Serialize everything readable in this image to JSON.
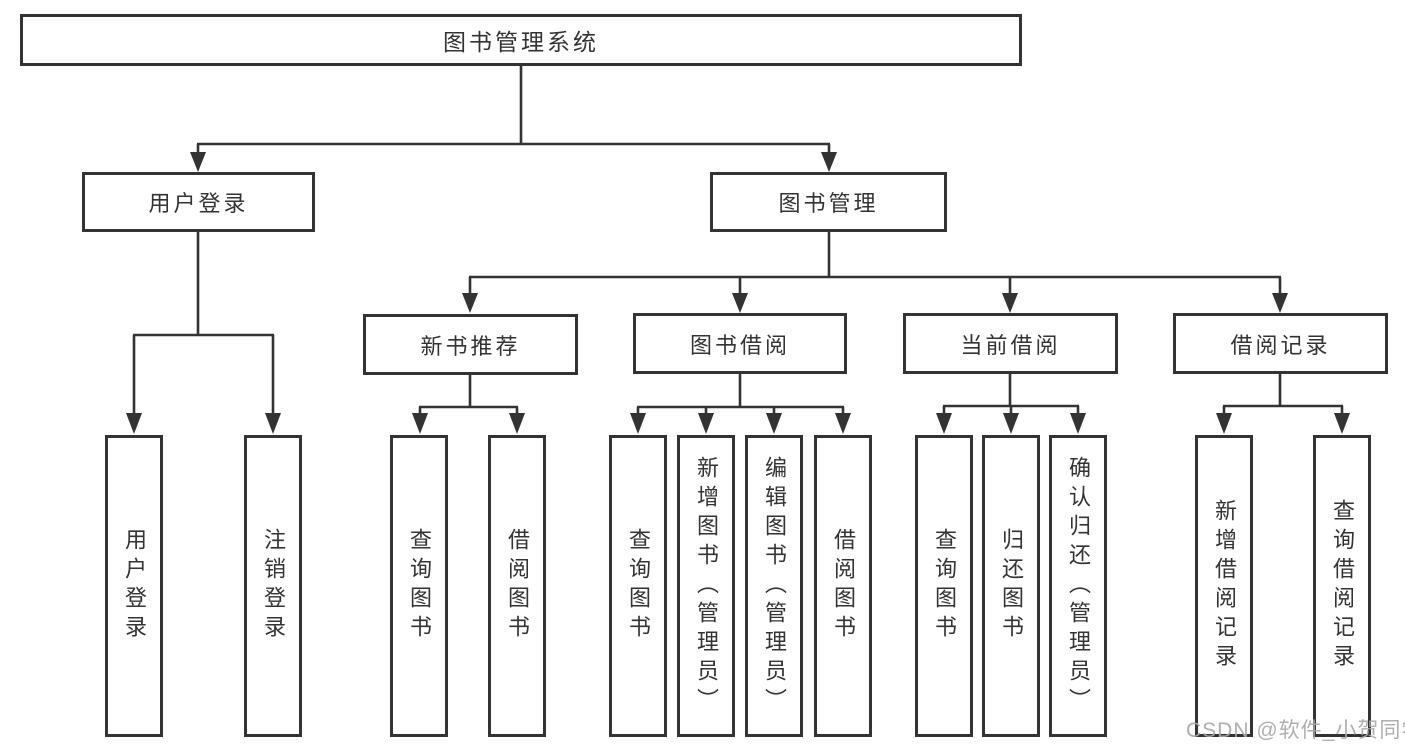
{
  "tree": {
    "root": "图书管理系统",
    "login": {
      "label": "用户登录",
      "children": [
        "用户登录",
        "注销登录"
      ]
    },
    "mgmt": {
      "label": "图书管理",
      "recommend": {
        "label": "新书推荐",
        "children": [
          "查询图书",
          "借阅图书"
        ]
      },
      "borrow": {
        "label": "图书借阅",
        "children": [
          "查询图书",
          "新增图书（管理员）",
          "编辑图书（管理员）",
          "借阅图书"
        ]
      },
      "current": {
        "label": "当前借阅",
        "children": [
          "查询图书",
          "归还图书",
          "确认归还（管理员）"
        ]
      },
      "records": {
        "label": "借阅记录",
        "children": [
          "新增借阅记录",
          "查询借阅记录"
        ]
      }
    }
  },
  "watermark": "CSDN @软件_小贺同学",
  "colors": {
    "line": "#333333",
    "text": "#333333",
    "box_background": "#ffffff",
    "watermark": "#a8a8a8",
    "background": "#ffffff"
  }
}
